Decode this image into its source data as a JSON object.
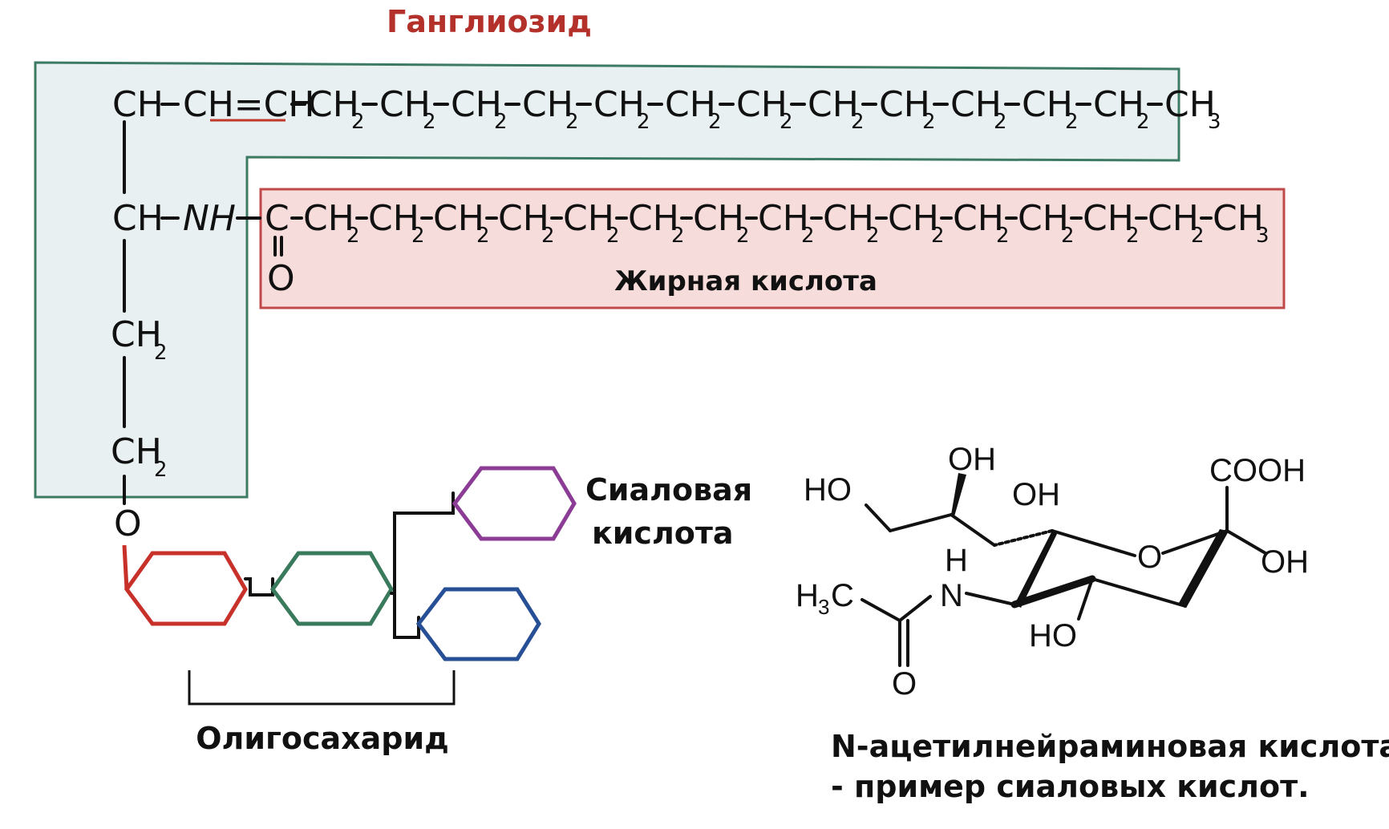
{
  "title": "Ганглиозид",
  "colors": {
    "title": "#b3302b",
    "ceramide_fill": "#e8f0f1",
    "ceramide_border": "#3d7a63",
    "fatty_fill": "#f6dcdb",
    "fatty_border": "#c0494a",
    "ring_red": "#c8302a",
    "ring_green": "#3a7a5c",
    "ring_purple": "#8b3d96",
    "ring_blue": "#274f95",
    "double_bond_underline": "#c0392b"
  },
  "sphingosine": {
    "row1_start": "CH",
    "row1_double_bond": "CH=CH",
    "segment": "CH",
    "segment_sub": "2",
    "end": "CH",
    "end_sub": "3",
    "row2_ch": "CH",
    "nh": "NH",
    "ch2": "CH",
    "ch2_sub": "2",
    "oxygen": "O"
  },
  "fatty_acid": {
    "carbonyl_c": "C",
    "carbonyl_o": "O",
    "segment": "CH",
    "segment_sub": "2",
    "end": "CH",
    "end_sub": "3",
    "label": "Жирная кислота"
  },
  "labels": {
    "sialic_line1": "Сиаловая",
    "sialic_line2": "кислота",
    "oligosaccharide": "Олигосахарид",
    "caption_line1": "N-ацетилнейраминовая кислота",
    "caption_line2": "- пример сиаловых кислот."
  },
  "molecule": {
    "oh_top": "OH",
    "ho_left": "HO",
    "oh_mid": "OH",
    "cooh": "COOH",
    "ring_o": "O",
    "oh_right": "OH",
    "h_nh": "H",
    "n": "N",
    "h3c": "H",
    "h3c_sub": "3",
    "h3c_c": "C",
    "ho_bottom": "HO",
    "carbonyl_o": "O"
  }
}
